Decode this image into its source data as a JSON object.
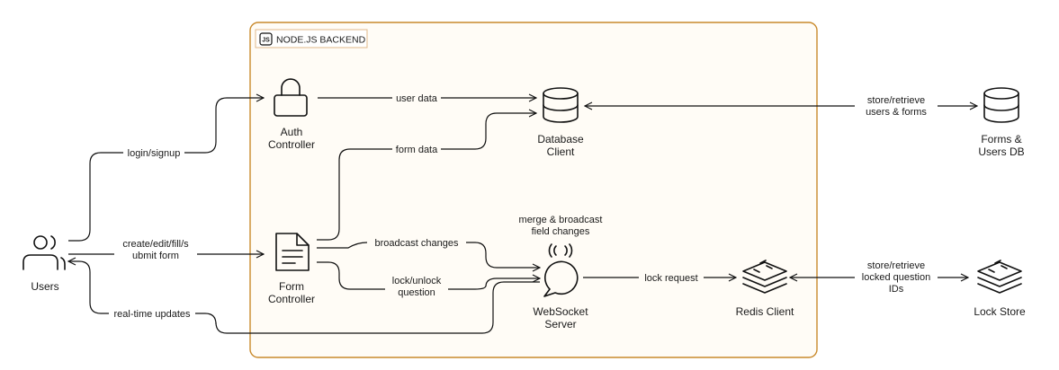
{
  "container": {
    "title": "NODE.JS BACKEND",
    "logo_text": "JS"
  },
  "nodes": {
    "users": {
      "label": [
        "Users"
      ]
    },
    "auth_controller": {
      "label": [
        "Auth",
        "Controller"
      ]
    },
    "form_controller": {
      "label": [
        "Form",
        "Controller"
      ]
    },
    "database_client": {
      "label": [
        "Database",
        "Client"
      ]
    },
    "websocket_server": {
      "label": [
        "WebSocket",
        "Server"
      ],
      "note": [
        "merge & broadcast",
        "field changes"
      ]
    },
    "redis_client": {
      "label": [
        "Redis Client"
      ]
    },
    "forms_users_db": {
      "label": [
        "Forms &",
        "Users DB"
      ]
    },
    "lock_store": {
      "label": [
        "Lock Store"
      ]
    }
  },
  "edges": {
    "login_signup": {
      "label": [
        "login/signup"
      ]
    },
    "create_edit": {
      "label": [
        "create/edit/fill/s",
        "ubmit form"
      ]
    },
    "realtime": {
      "label": [
        "real-time updates"
      ]
    },
    "user_data": {
      "label": [
        "user data"
      ]
    },
    "form_data": {
      "label": [
        "form data"
      ]
    },
    "broadcast": {
      "label": [
        "broadcast changes"
      ]
    },
    "lock_unlock": {
      "label": [
        "lock/unlock",
        "question"
      ]
    },
    "lock_request": {
      "label": [
        "lock request"
      ]
    },
    "db_store": {
      "label": [
        "store/retrieve",
        "users & forms"
      ]
    },
    "lock_store_edge": {
      "label": [
        "store/retrieve",
        "locked question",
        "IDs"
      ]
    }
  },
  "colors": {
    "container_border": "#c98a2c",
    "container_fill": "#fffcf6",
    "stroke": "#111111"
  }
}
